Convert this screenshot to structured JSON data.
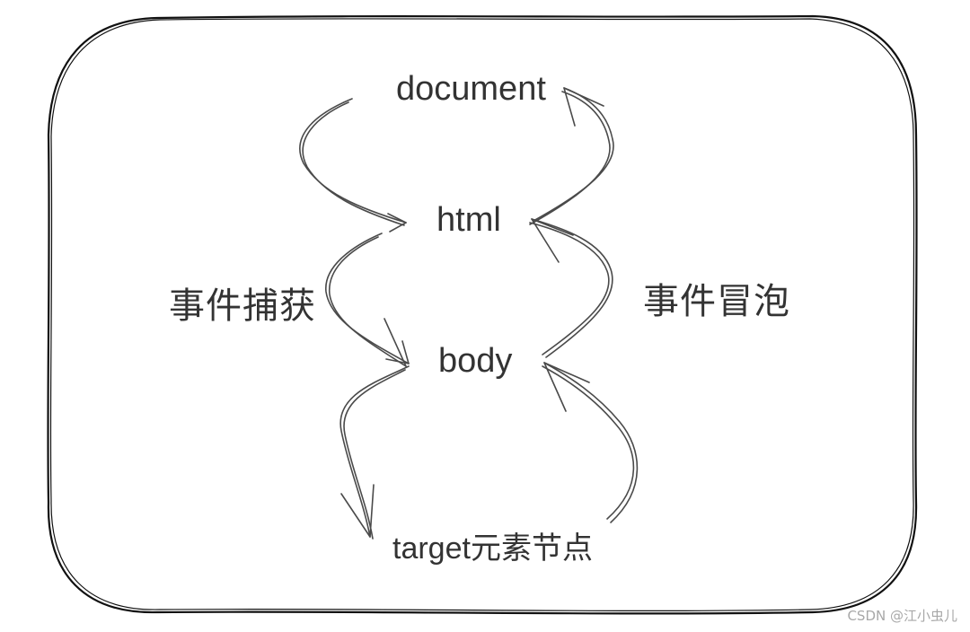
{
  "nodes": {
    "document": "document",
    "html": "html",
    "body": "body",
    "target": "target元素节点"
  },
  "phases": {
    "capture": "事件捕获",
    "bubble": "事件冒泡"
  },
  "watermark": "CSDN @江小虫儿",
  "colors": {
    "background": "#ffffff",
    "frame": "#111111",
    "arrows": "#4a4a4a",
    "text": "#333333",
    "watermark": "#a8a8a8"
  }
}
